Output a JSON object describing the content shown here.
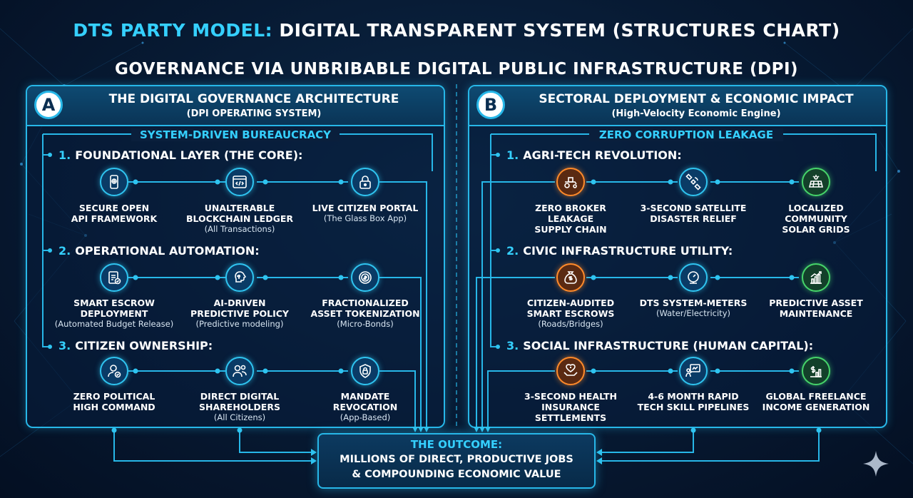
{
  "header": {
    "title_highlight": "DTS PARTY MODEL:",
    "title_rest": "DIGITAL TRANSPARENT SYSTEM (STRUCTURES CHART)",
    "subtitle": "GOVERNANCE VIA UNBRIBABLE DIGITAL PUBLIC INFRASTRUCTURE (DPI)"
  },
  "panel_a": {
    "badge": "A",
    "title": "THE DIGITAL GOVERNANCE ARCHITECTURE",
    "subtitle": "(DPI OPERATING SYSTEM)",
    "section": "SYSTEM-DRIVEN BUREAUCRACY",
    "rows": [
      {
        "num": "1.",
        "title": "FOUNDATIONAL LAYER (THE CORE):",
        "items": [
          {
            "line1": "SECURE OPEN",
            "line2": "API FRAMEWORK",
            "line3": "",
            "note": "",
            "icon": "phone-api-icon"
          },
          {
            "line1": "UNALTERABLE",
            "line2": "BLOCKCHAIN LEDGER",
            "line3": "",
            "note": "(All Transactions)",
            "icon": "code-window-icon"
          },
          {
            "line1": "LIVE CITIZEN PORTAL",
            "line2": "",
            "line3": "",
            "note": "(The Glass Box App)",
            "icon": "lock-icon"
          }
        ]
      },
      {
        "num": "2.",
        "title": "OPERATIONAL AUTOMATION:",
        "items": [
          {
            "line1": "SMART ESCROW",
            "line2": "DEPLOYMENT",
            "line3": "",
            "note": "(Automated Budget Release)",
            "icon": "clipboard-check-icon"
          },
          {
            "line1": "AI-DRIVEN",
            "line2": "PREDICTIVE POLICY",
            "line3": "",
            "note": "(Predictive modeling)",
            "icon": "ai-brain-icon"
          },
          {
            "line1": "FRACTIONALIZED",
            "line2": "ASSET TOKENIZATION",
            "line3": "",
            "note": "(Micro-Bonds)",
            "icon": "token-coin-icon"
          }
        ]
      },
      {
        "num": "3.",
        "title": "CITIZEN OWNERSHIP:",
        "items": [
          {
            "line1": "ZERO POLITICAL",
            "line2": "HIGH COMMAND",
            "line3": "",
            "note": "",
            "icon": "user-check-icon"
          },
          {
            "line1": "DIRECT DIGITAL",
            "line2": "SHAREHOLDERS",
            "line3": "",
            "note": "(All Citizens)",
            "icon": "shareholders-icon"
          },
          {
            "line1": "MANDATE",
            "line2": "REVOCATION",
            "line3": "",
            "note": "(App-Based)",
            "icon": "shield-lock-icon"
          }
        ]
      }
    ]
  },
  "panel_b": {
    "badge": "B",
    "title": "SECTORAL DEPLOYMENT & ECONOMIC IMPACT",
    "subtitle": "(High-Velocity Economic Engine)",
    "section": "ZERO CORRUPTION LEAKAGE",
    "rows": [
      {
        "num": "1.",
        "title": "AGRI-TECH REVOLUTION:",
        "items": [
          {
            "line1": "ZERO BROKER",
            "line2": "LEAKAGE",
            "line3": "SUPPLY CHAIN",
            "note": "",
            "icon": "tractor-icon"
          },
          {
            "line1": "3-SECOND SATELLITE",
            "line2": "DISASTER RELIEF",
            "line3": "",
            "note": "",
            "icon": "satellite-icon"
          },
          {
            "line1": "LOCALIZED",
            "line2": "COMMUNITY",
            "line3": "SOLAR GRIDS",
            "note": "",
            "icon": "solar-panel-icon"
          }
        ]
      },
      {
        "num": "2.",
        "title": "CIVIC INFRASTRUCTURE UTILITY:",
        "items": [
          {
            "line1": "CITIZEN-AUDITED",
            "line2": "SMART ESCROWS",
            "line3": "",
            "note": "(Roads/Bridges)",
            "icon": "money-bag-icon"
          },
          {
            "line1": "DTS SYSTEM-METERS",
            "line2": "",
            "line3": "",
            "note": "(Water/Electricity)",
            "icon": "meter-gauge-icon"
          },
          {
            "line1": "PREDICTIVE ASSET",
            "line2": "MAINTENANCE",
            "line3": "",
            "note": "",
            "icon": "growth-chart-icon"
          }
        ]
      },
      {
        "num": "3.",
        "title": "SOCIAL INFRASTRUCTURE (HUMAN CAPITAL):",
        "items": [
          {
            "line1": "3-SECOND HEALTH",
            "line2": "INSURANCE",
            "line3": "SETTLEMENTS",
            "note": "",
            "icon": "health-hands-icon"
          },
          {
            "line1": "4-6 MONTH RAPID",
            "line2": "TECH SKILL PIPELINES",
            "line3": "",
            "note": "",
            "icon": "training-board-icon"
          },
          {
            "line1": "GLOBAL FREELANCE",
            "line2": "INCOME GENERATION",
            "line3": "",
            "note": "",
            "icon": "income-growth-icon"
          }
        ]
      }
    ]
  },
  "outcome": {
    "title": "THE OUTCOME:",
    "line1": "MILLIONS OF DIRECT, PRODUCTIVE JOBS",
    "line2": "& COMPOUNDING ECONOMIC VALUE"
  },
  "colors": {
    "accent": "#35d0ff",
    "panel_border": "#27b7e8",
    "orange": "#ff8a2a",
    "green": "#46d46a"
  }
}
